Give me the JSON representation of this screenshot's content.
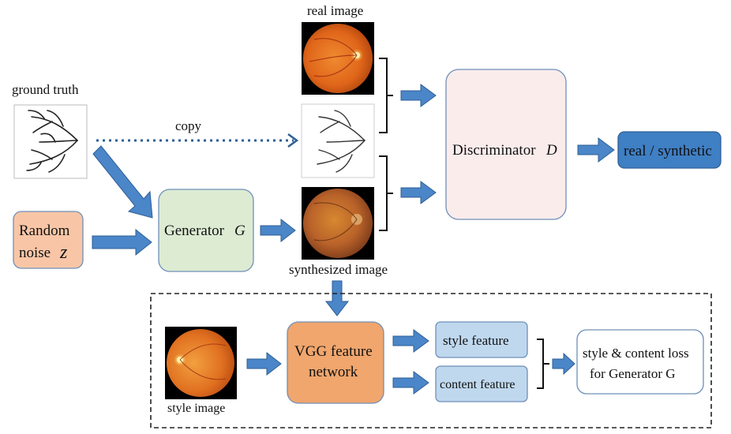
{
  "labels": {
    "ground_truth": "ground truth",
    "real_image": "real image",
    "copy": "copy",
    "synthesized_image": "synthesized image",
    "style_image": "style image",
    "random_noise_line1": "Random",
    "random_noise_line2": "noise",
    "random_noise_var": "z",
    "generator": "Generator",
    "generator_var": "G",
    "discriminator": "Discriminator",
    "discriminator_var": "D",
    "output": "real / synthetic",
    "vgg_line1": "VGG feature",
    "vgg_line2": "network",
    "style_feature": "style feature",
    "content_feature": "content feature",
    "loss_line1": "style & content loss",
    "loss_line2": "for Generator G"
  },
  "colors": {
    "arrow_blue": "#4a86c8",
    "arrow_stroke": "#2f5f96",
    "noise_fill": "#f8c6a6",
    "noise_stroke": "#6f8fb8",
    "generator_fill": "#dcebd2",
    "discriminator_fill": "#fbecec",
    "output_fill": "#3f7fc4",
    "vgg_fill": "#f0a66d",
    "feature_fill": "#bfd8ee",
    "loss_fill": "#ffffff",
    "retina_orange": "#e06a1a",
    "dashed_frame": "#222222"
  }
}
